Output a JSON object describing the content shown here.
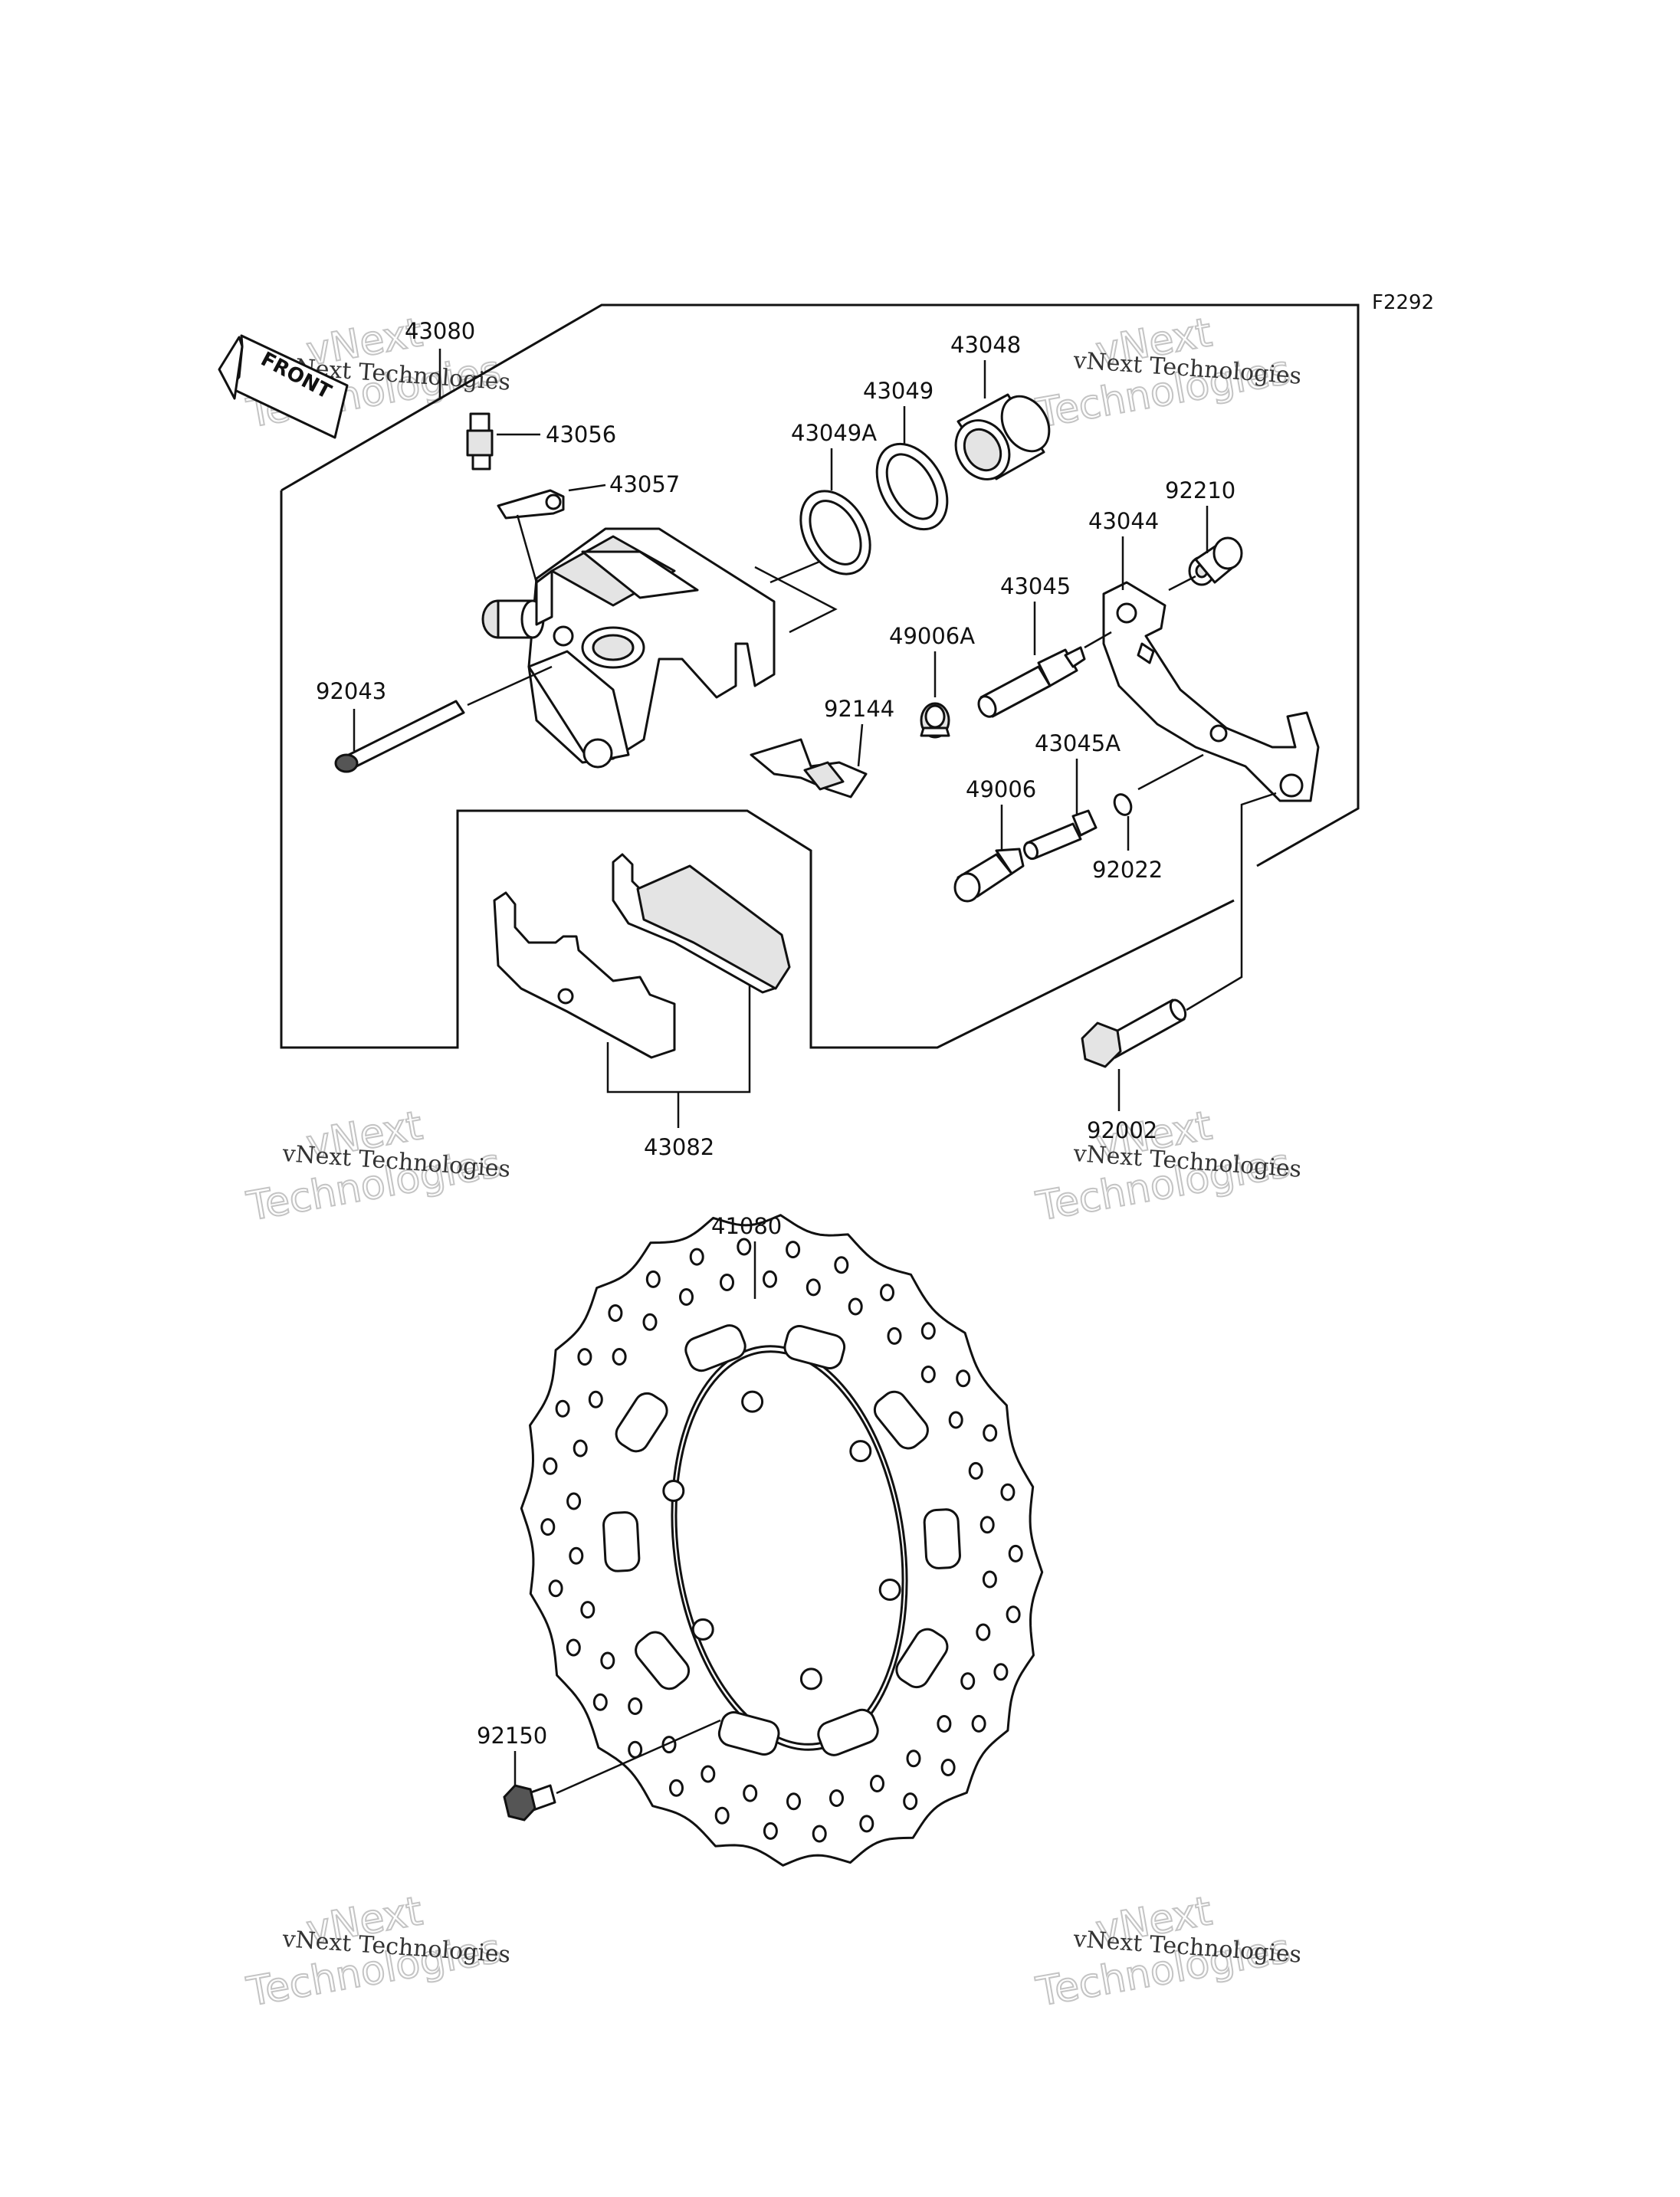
{
  "diagram": {
    "ref_code": "F2292",
    "front_marker": "FRONT",
    "colors": {
      "line": "#111111",
      "watermark": "#c4c4c4",
      "background": "#ffffff"
    },
    "parts": [
      {
        "id": "43080",
        "label": "43080"
      },
      {
        "id": "43056",
        "label": "43056"
      },
      {
        "id": "43057",
        "label": "43057"
      },
      {
        "id": "92043",
        "label": "92043"
      },
      {
        "id": "43048",
        "label": "43048"
      },
      {
        "id": "43049",
        "label": "43049"
      },
      {
        "id": "43049A",
        "label": "43049A"
      },
      {
        "id": "92210",
        "label": "92210"
      },
      {
        "id": "43044",
        "label": "43044"
      },
      {
        "id": "43045",
        "label": "43045"
      },
      {
        "id": "49006A",
        "label": "49006A"
      },
      {
        "id": "92144",
        "label": "92144"
      },
      {
        "id": "43045A",
        "label": "43045A"
      },
      {
        "id": "49006",
        "label": "49006"
      },
      {
        "id": "92022",
        "label": "92022"
      },
      {
        "id": "43082",
        "label": "43082"
      },
      {
        "id": "92002",
        "label": "92002"
      },
      {
        "id": "41080",
        "label": "41080"
      },
      {
        "id": "92150",
        "label": "92150"
      }
    ]
  },
  "watermark": {
    "line1": "vNext Technologies",
    "line2": "vNext",
    "line3": "Technologies"
  }
}
